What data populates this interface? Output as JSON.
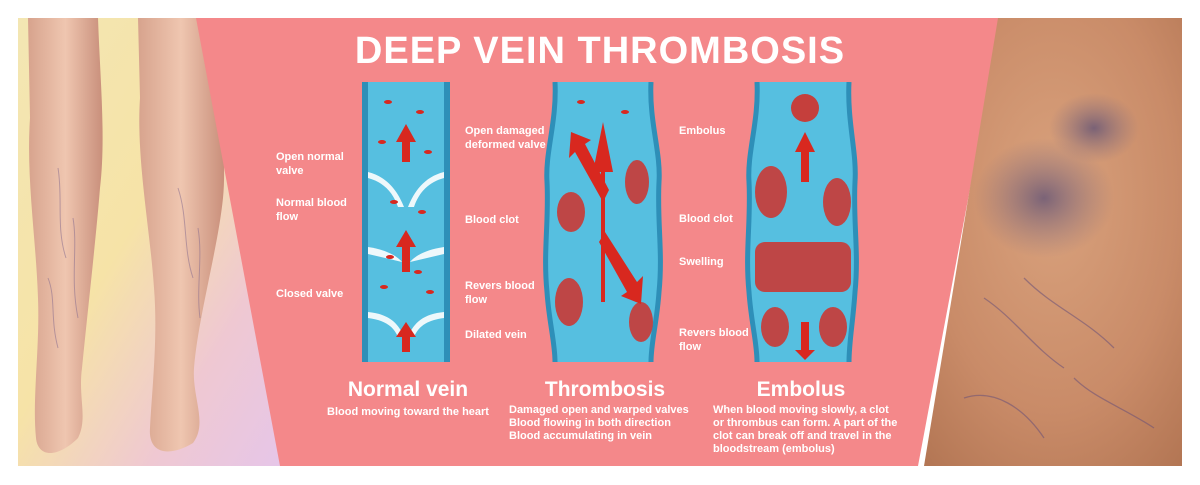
{
  "title": "DEEP VEIN THROMBOSIS",
  "colors": {
    "panel": "#f4888a",
    "vein_fill": "#56bfe0",
    "vein_dark": "#2e8fb8",
    "blood": "#d8281f",
    "white": "#ffffff"
  },
  "normal_vein": {
    "caption": "Normal vein",
    "description": "Blood moving toward the heart",
    "labels_left": [
      "Open normal valve",
      "Normal blood flow",
      "Closed valve"
    ]
  },
  "thrombosis": {
    "caption": "Thrombosis",
    "description_lines": [
      "Damaged open and warped valves",
      "Blood flowing in both direction",
      "Blood accumulating in vein"
    ],
    "labels_left": [
      "Open damaged deformed valve",
      "Blood clot",
      "Revers blood flow",
      "Dilated vein"
    ]
  },
  "embolus": {
    "caption": "Embolus",
    "description_lines": [
      "When blood moving slowly, a clot",
      "or thrombus can form. A part of the",
      "clot can break off and travel in the",
      "bloodstream (embolus)"
    ],
    "labels_left": [
      "Embolus",
      "Blood clot",
      "Swelling",
      "Revers blood flow"
    ]
  },
  "photos": {
    "left": "legs-photo",
    "right": "skin-closeup-photo"
  }
}
